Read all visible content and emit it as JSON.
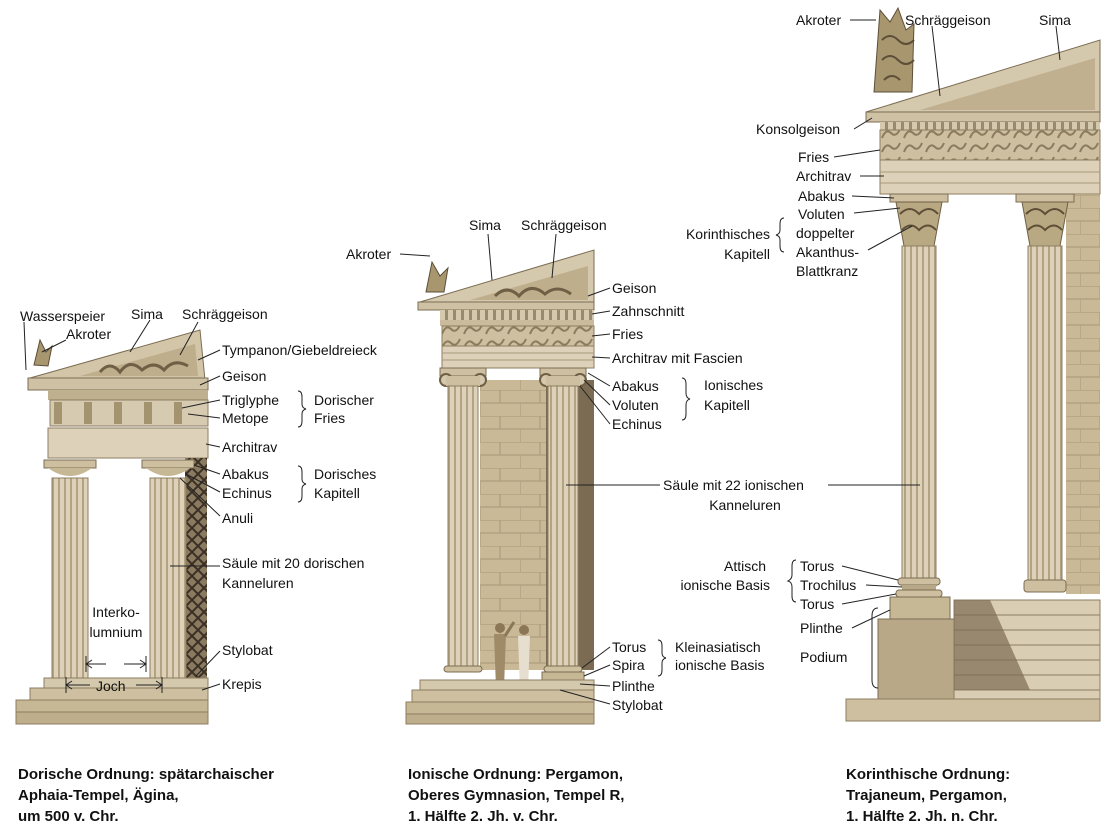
{
  "doric": {
    "labels": {
      "wasserspeier": "Wasserspeier",
      "akroter": "Akroter",
      "sima": "Sima",
      "schraeggeison": "Schräggeison",
      "tympanon": "Tympanon/Giebeldreieck",
      "geison": "Geison",
      "triglyphe": "Triglyphe",
      "metope": "Metope",
      "fries_group_1": "Dorischer",
      "fries_group_2": "Fries",
      "architrav": "Architrav",
      "abakus": "Abakus",
      "echinus": "Echinus",
      "kapitell_group_1": "Dorisches",
      "kapitell_group_2": "Kapitell",
      "anuli": "Anuli",
      "saeule_1": "Säule mit 20 dorischen",
      "saeule_2": "Kanneluren",
      "interko_1": "Interko-",
      "interko_2": "lumnium",
      "stylobat": "Stylobat",
      "joch": "Joch",
      "krepis": "Krepis"
    },
    "caption": [
      "Dorische Ordnung: spätarchaischer",
      "Aphaia-Tempel, Ägina,",
      "um 500 v. Chr."
    ]
  },
  "ionic": {
    "labels": {
      "akroter": "Akroter",
      "sima": "Sima",
      "schraeggeison": "Schräggeison",
      "geison": "Geison",
      "zahnschnitt": "Zahnschnitt",
      "fries": "Fries",
      "architrav": "Architrav mit Fascien",
      "abakus": "Abakus",
      "voluten": "Voluten",
      "echinus": "Echinus",
      "kapitell_group_1": "Ionisches",
      "kapitell_group_2": "Kapitell",
      "saeule_1": "Säule mit 22 ionischen",
      "saeule_2": "Kanneluren",
      "torus": "Torus",
      "spira": "Spira",
      "plinthe": "Plinthe",
      "stylobat": "Stylobat",
      "basis_group_1": "Kleinasiatisch",
      "basis_group_2": "ionische Basis"
    },
    "caption": [
      "Ionische Ordnung: Pergamon,",
      "Oberes Gymnasion, Tempel R,",
      "1. Hälfte 2. Jh. v. Chr."
    ]
  },
  "corinthian": {
    "labels": {
      "akroter": "Akroter",
      "schraeggeison": "Schräggeison",
      "sima": "Sima",
      "konsolgeison": "Konsolgeison",
      "fries": "Fries",
      "architrav": "Architrav",
      "abakus": "Abakus",
      "voluten": "Voluten",
      "doppelter": "doppelter",
      "akanthus": "Akanthus-",
      "blattkranz": "Blattkranz",
      "kapitell_group_1": "Korinthisches",
      "kapitell_group_2": "Kapitell",
      "torus_top": "Torus",
      "trochilus": "Trochilus",
      "torus_bottom": "Torus",
      "basis_group_1": "Attisch",
      "basis_group_2": "ionische Basis",
      "plinthe": "Plinthe",
      "podium": "Podium"
    },
    "caption": [
      "Korinthische Ordnung:",
      "Trajaneum, Pergamon,",
      "1. Hälfte 2. Jh. n. Chr."
    ]
  },
  "colors": {
    "stone": "#d9cdb3",
    "stone_dark": "#b8a888",
    "shadow": "#8f8066",
    "line": "#222222"
  }
}
